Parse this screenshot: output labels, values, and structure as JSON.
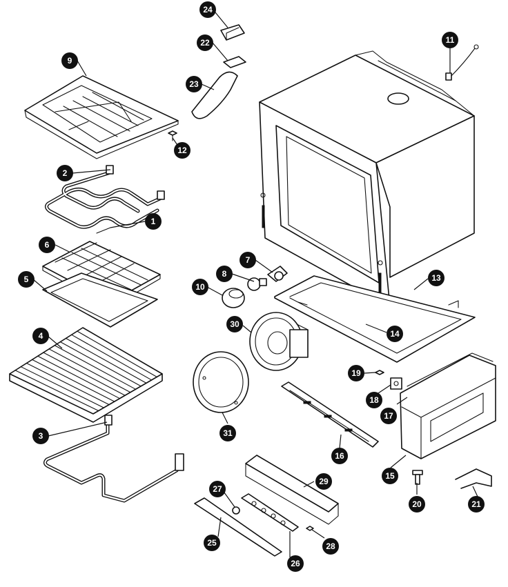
{
  "diagram": {
    "callouts": [
      {
        "id": "c1",
        "label": "1"
      },
      {
        "id": "c2",
        "label": "2"
      },
      {
        "id": "c3",
        "label": "3"
      },
      {
        "id": "c4",
        "label": "4"
      },
      {
        "id": "c5",
        "label": "5"
      },
      {
        "id": "c6",
        "label": "6"
      },
      {
        "id": "c7",
        "label": "7"
      },
      {
        "id": "c8",
        "label": "8"
      },
      {
        "id": "c9",
        "label": "9"
      },
      {
        "id": "c10",
        "label": "10"
      },
      {
        "id": "c11",
        "label": "11"
      },
      {
        "id": "c12",
        "label": "12"
      },
      {
        "id": "c13",
        "label": "13"
      },
      {
        "id": "c14",
        "label": "14"
      },
      {
        "id": "c15",
        "label": "15"
      },
      {
        "id": "c16",
        "label": "16"
      },
      {
        "id": "c17",
        "label": "17"
      },
      {
        "id": "c18",
        "label": "18"
      },
      {
        "id": "c19",
        "label": "19"
      },
      {
        "id": "c20",
        "label": "20"
      },
      {
        "id": "c21",
        "label": "21"
      },
      {
        "id": "c22",
        "label": "22"
      },
      {
        "id": "c23",
        "label": "23"
      },
      {
        "id": "c24",
        "label": "24"
      },
      {
        "id": "c25",
        "label": "25"
      },
      {
        "id": "c26",
        "label": "26"
      },
      {
        "id": "c27",
        "label": "27"
      },
      {
        "id": "c28",
        "label": "28"
      },
      {
        "id": "c29",
        "label": "29"
      },
      {
        "id": "c30",
        "label": "30"
      },
      {
        "id": "c31",
        "label": "31"
      }
    ]
  }
}
